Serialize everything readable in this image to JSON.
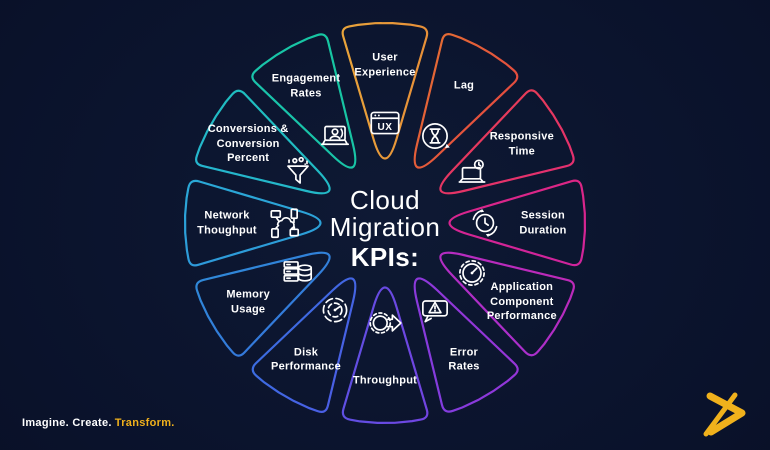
{
  "title": {
    "lines": [
      "Cloud",
      "Migration",
      "KPIs:"
    ]
  },
  "wheel": {
    "segments": [
      {
        "label": "User\nExperience",
        "color": "#e9a63b",
        "icon": "ux-browser-icon"
      },
      {
        "label": "Lag",
        "color": "#e25430",
        "icon": "hourglass-refresh-icon"
      },
      {
        "label": "Responsive\nTime",
        "color": "#e93366",
        "icon": "laptop-clock-icon"
      },
      {
        "label": "Session\nDuration",
        "color": "#d9218e",
        "icon": "clock-refresh-icon"
      },
      {
        "label": "Application\nComponent\nPerformance",
        "color": "#b52cc7",
        "icon": "gear-gauge-icon"
      },
      {
        "label": "Error\nRates",
        "color": "#8b38dd",
        "icon": "warning-chat-icon"
      },
      {
        "label": "Throughput",
        "color": "#6a48e2",
        "icon": "gear-arrow-icon"
      },
      {
        "label": "Disk\nPerformance",
        "color": "#3f66e6",
        "icon": "disk-gauge-icon"
      },
      {
        "label": "Memory\nUsage",
        "color": "#2f7fd6",
        "icon": "server-database-icon"
      },
      {
        "label": "Network\nThoughput",
        "color": "#2ea2dc",
        "icon": "network-nodes-icon"
      },
      {
        "label": "Conversions &\nConversion\nPercent",
        "color": "#22bcc9",
        "icon": "funnel-coins-icon"
      },
      {
        "label": "Engagement\nRates",
        "color": "#16c6a0",
        "icon": "laptop-user-engagement-icon"
      }
    ]
  },
  "footer": {
    "tagline_white": "Imagine. Create.",
    "tagline_gold": "Transform.",
    "gold_color": "#f0b11c",
    "logo": "brand-x-logo"
  }
}
